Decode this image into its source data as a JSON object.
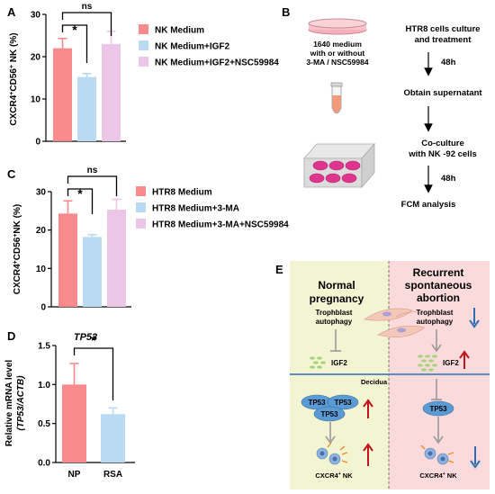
{
  "panels": {
    "a": "A",
    "b": "B",
    "c": "C",
    "d": "D",
    "e": "E"
  },
  "chart_data": [
    {
      "type": "bar",
      "panel": "A",
      "title": "",
      "ylabel_main": "CXCR4",
      "ylabel_sup1": "+",
      "ylabel_mid": "CD56",
      "ylabel_sup2": "+",
      "ylabel_end": " NK (%)",
      "ylim": [
        0,
        30
      ],
      "yticks": [
        "0",
        "10",
        "20",
        "30"
      ],
      "categories": [
        "NK Medium",
        "NK Medium+IGF2",
        "NK Medium+IGF2+NSC59984"
      ],
      "values": [
        22,
        15.2,
        23
      ],
      "errors": [
        2.3,
        0.8,
        3.0
      ],
      "colors": [
        "#fa8b8d",
        "#b9daf2",
        "#ebc6e6"
      ],
      "legend": [
        "NK Medium",
        "NK Medium+IGF2",
        "NK Medium+IGF2+NSC59984"
      ],
      "sig": [
        "*",
        "ns"
      ]
    },
    {
      "type": "bar",
      "panel": "C",
      "title": "",
      "ylabel_main": "CXCR4",
      "ylabel_sup1": "+",
      "ylabel_mid": "CD56",
      "ylabel_sup2": "+",
      "ylabel_end": "NK (%)",
      "ylim": [
        0,
        30
      ],
      "yticks": [
        "0",
        "10",
        "20",
        "30"
      ],
      "categories": [
        "HTR8 Medium",
        "HTR8 Medium+3-MA",
        "HTR8 Medium+3-MA+NSC59984"
      ],
      "values": [
        24.3,
        18.2,
        25.3
      ],
      "errors": [
        3.3,
        0.6,
        2.7
      ],
      "colors": [
        "#fa8b8d",
        "#b9daf2",
        "#ebc6e6"
      ],
      "legend": [
        "HTR8 Medium",
        "HTR8 Medium+3-MA",
        "HTR8 Medium+3-MA+NSC59984"
      ],
      "sig": [
        "*",
        "ns"
      ]
    },
    {
      "type": "bar",
      "panel": "D",
      "title": "TP53",
      "ylabel_line1": "Relative mRNA level",
      "ylabel_line2": "(TP53/ACTB)",
      "ylim": [
        0,
        1.5
      ],
      "yticks": [
        "0.0",
        "0.5",
        "1.0",
        "1.5"
      ],
      "categories": [
        "NP",
        "RSA"
      ],
      "values": [
        1.0,
        0.62
      ],
      "errors": [
        0.27,
        0.08
      ],
      "colors": [
        "#fa8b8d",
        "#b9daf2"
      ],
      "sig": [
        "*"
      ]
    }
  ],
  "panel_b": {
    "dish_label": [
      "1640 medium",
      "with or without",
      "3-MA / NSC59984"
    ],
    "steps": [
      "HTR8 cells culture",
      "and treatment",
      "Obtain supernatant",
      "Co-culture",
      "with NK -92 cells",
      "FCM analysis"
    ],
    "times": [
      "48h",
      "48h"
    ]
  },
  "panel_e": {
    "normal_title": [
      "Normal",
      "pregnancy"
    ],
    "rsa_title": [
      "Recurrent",
      "spontaneous",
      "abortion"
    ],
    "trophoblast": [
      "Trophblast",
      "autophagy"
    ],
    "igf2": "IGF2",
    "decidua": "Decidua",
    "tp53": "TP53",
    "nk": "CXCR4",
    "nk_sup": "+",
    "nk_end": " NK",
    "colors": {
      "normal_bg": "#f3f5d2",
      "rsa_bg": "#fadadb",
      "up": "#c0141c",
      "down": "#2f6fb1",
      "divider": "#4a7fb8"
    }
  }
}
